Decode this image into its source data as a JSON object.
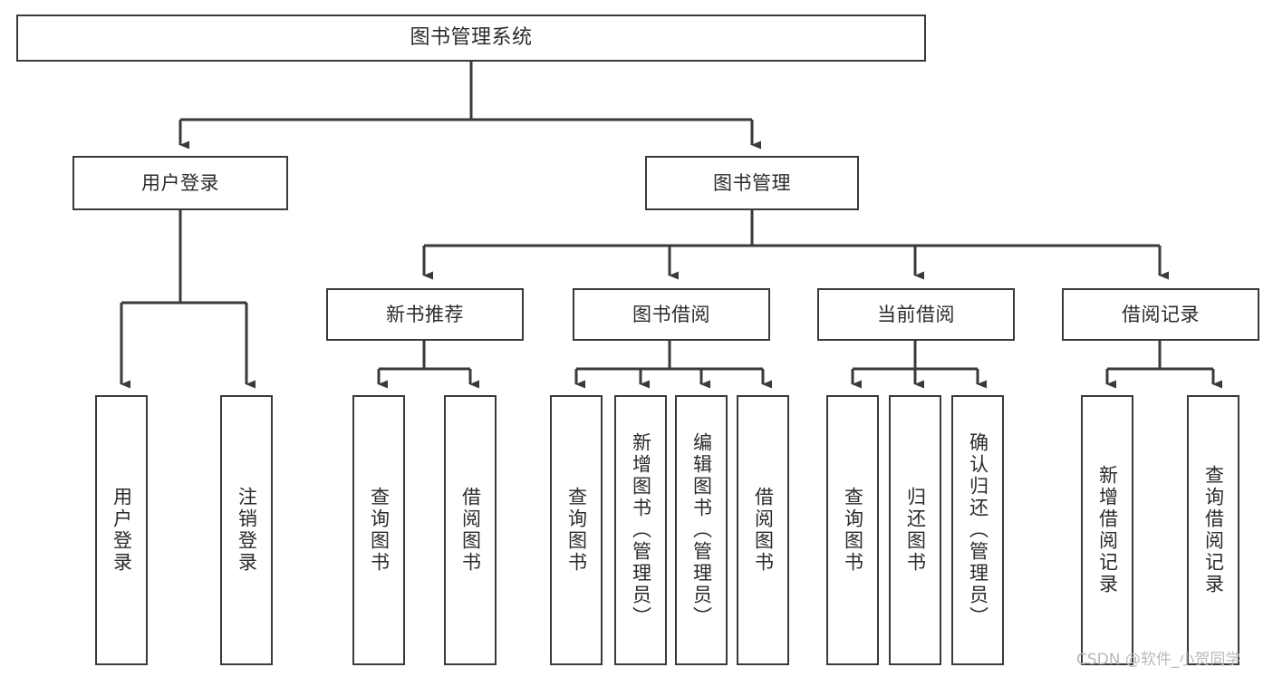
{
  "diagram": {
    "title": "图书管理系统",
    "type": "tree",
    "orientation": "top-down",
    "line_color": "#3a3a3a",
    "box_fill": "#ffffff",
    "text_color": "#2b2b2b",
    "watermark": "CSDN @软件_小贺同学",
    "nodes": {
      "root": {
        "label": "图书管理系统"
      },
      "level1": [
        {
          "id": "user-login",
          "label": "用户登录"
        },
        {
          "id": "book-manage",
          "label": "图书管理"
        }
      ],
      "level2": [
        {
          "id": "new-book-recommend",
          "label": "新书推荐"
        },
        {
          "id": "book-borrow",
          "label": "图书借阅"
        },
        {
          "id": "current-borrow",
          "label": "当前借阅"
        },
        {
          "id": "borrow-record",
          "label": "借阅记录"
        }
      ],
      "leaves": {
        "user-login": [
          {
            "id": "leaf-user-login",
            "label": "用户登录"
          },
          {
            "id": "leaf-user-logout",
            "label": "注销登录"
          }
        ],
        "new-book-recommend": [
          {
            "id": "leaf-query-book-1",
            "label": "查询图书"
          },
          {
            "id": "leaf-borrow-book-1",
            "label": "借阅图书"
          }
        ],
        "book-borrow": [
          {
            "id": "leaf-query-book-2",
            "label": "查询图书"
          },
          {
            "id": "leaf-add-book",
            "label": "新增图书（管理员）"
          },
          {
            "id": "leaf-edit-book",
            "label": "编辑图书（管理员）"
          },
          {
            "id": "leaf-borrow-book-2",
            "label": "借阅图书"
          }
        ],
        "current-borrow": [
          {
            "id": "leaf-query-book-3",
            "label": "查询图书"
          },
          {
            "id": "leaf-return-book",
            "label": "归还图书"
          },
          {
            "id": "leaf-confirm-return",
            "label": "确认归还（管理员）"
          }
        ],
        "borrow-record": [
          {
            "id": "leaf-add-record",
            "label": "新增借阅记录"
          },
          {
            "id": "leaf-query-record",
            "label": "查询借阅记录"
          }
        ]
      }
    }
  }
}
